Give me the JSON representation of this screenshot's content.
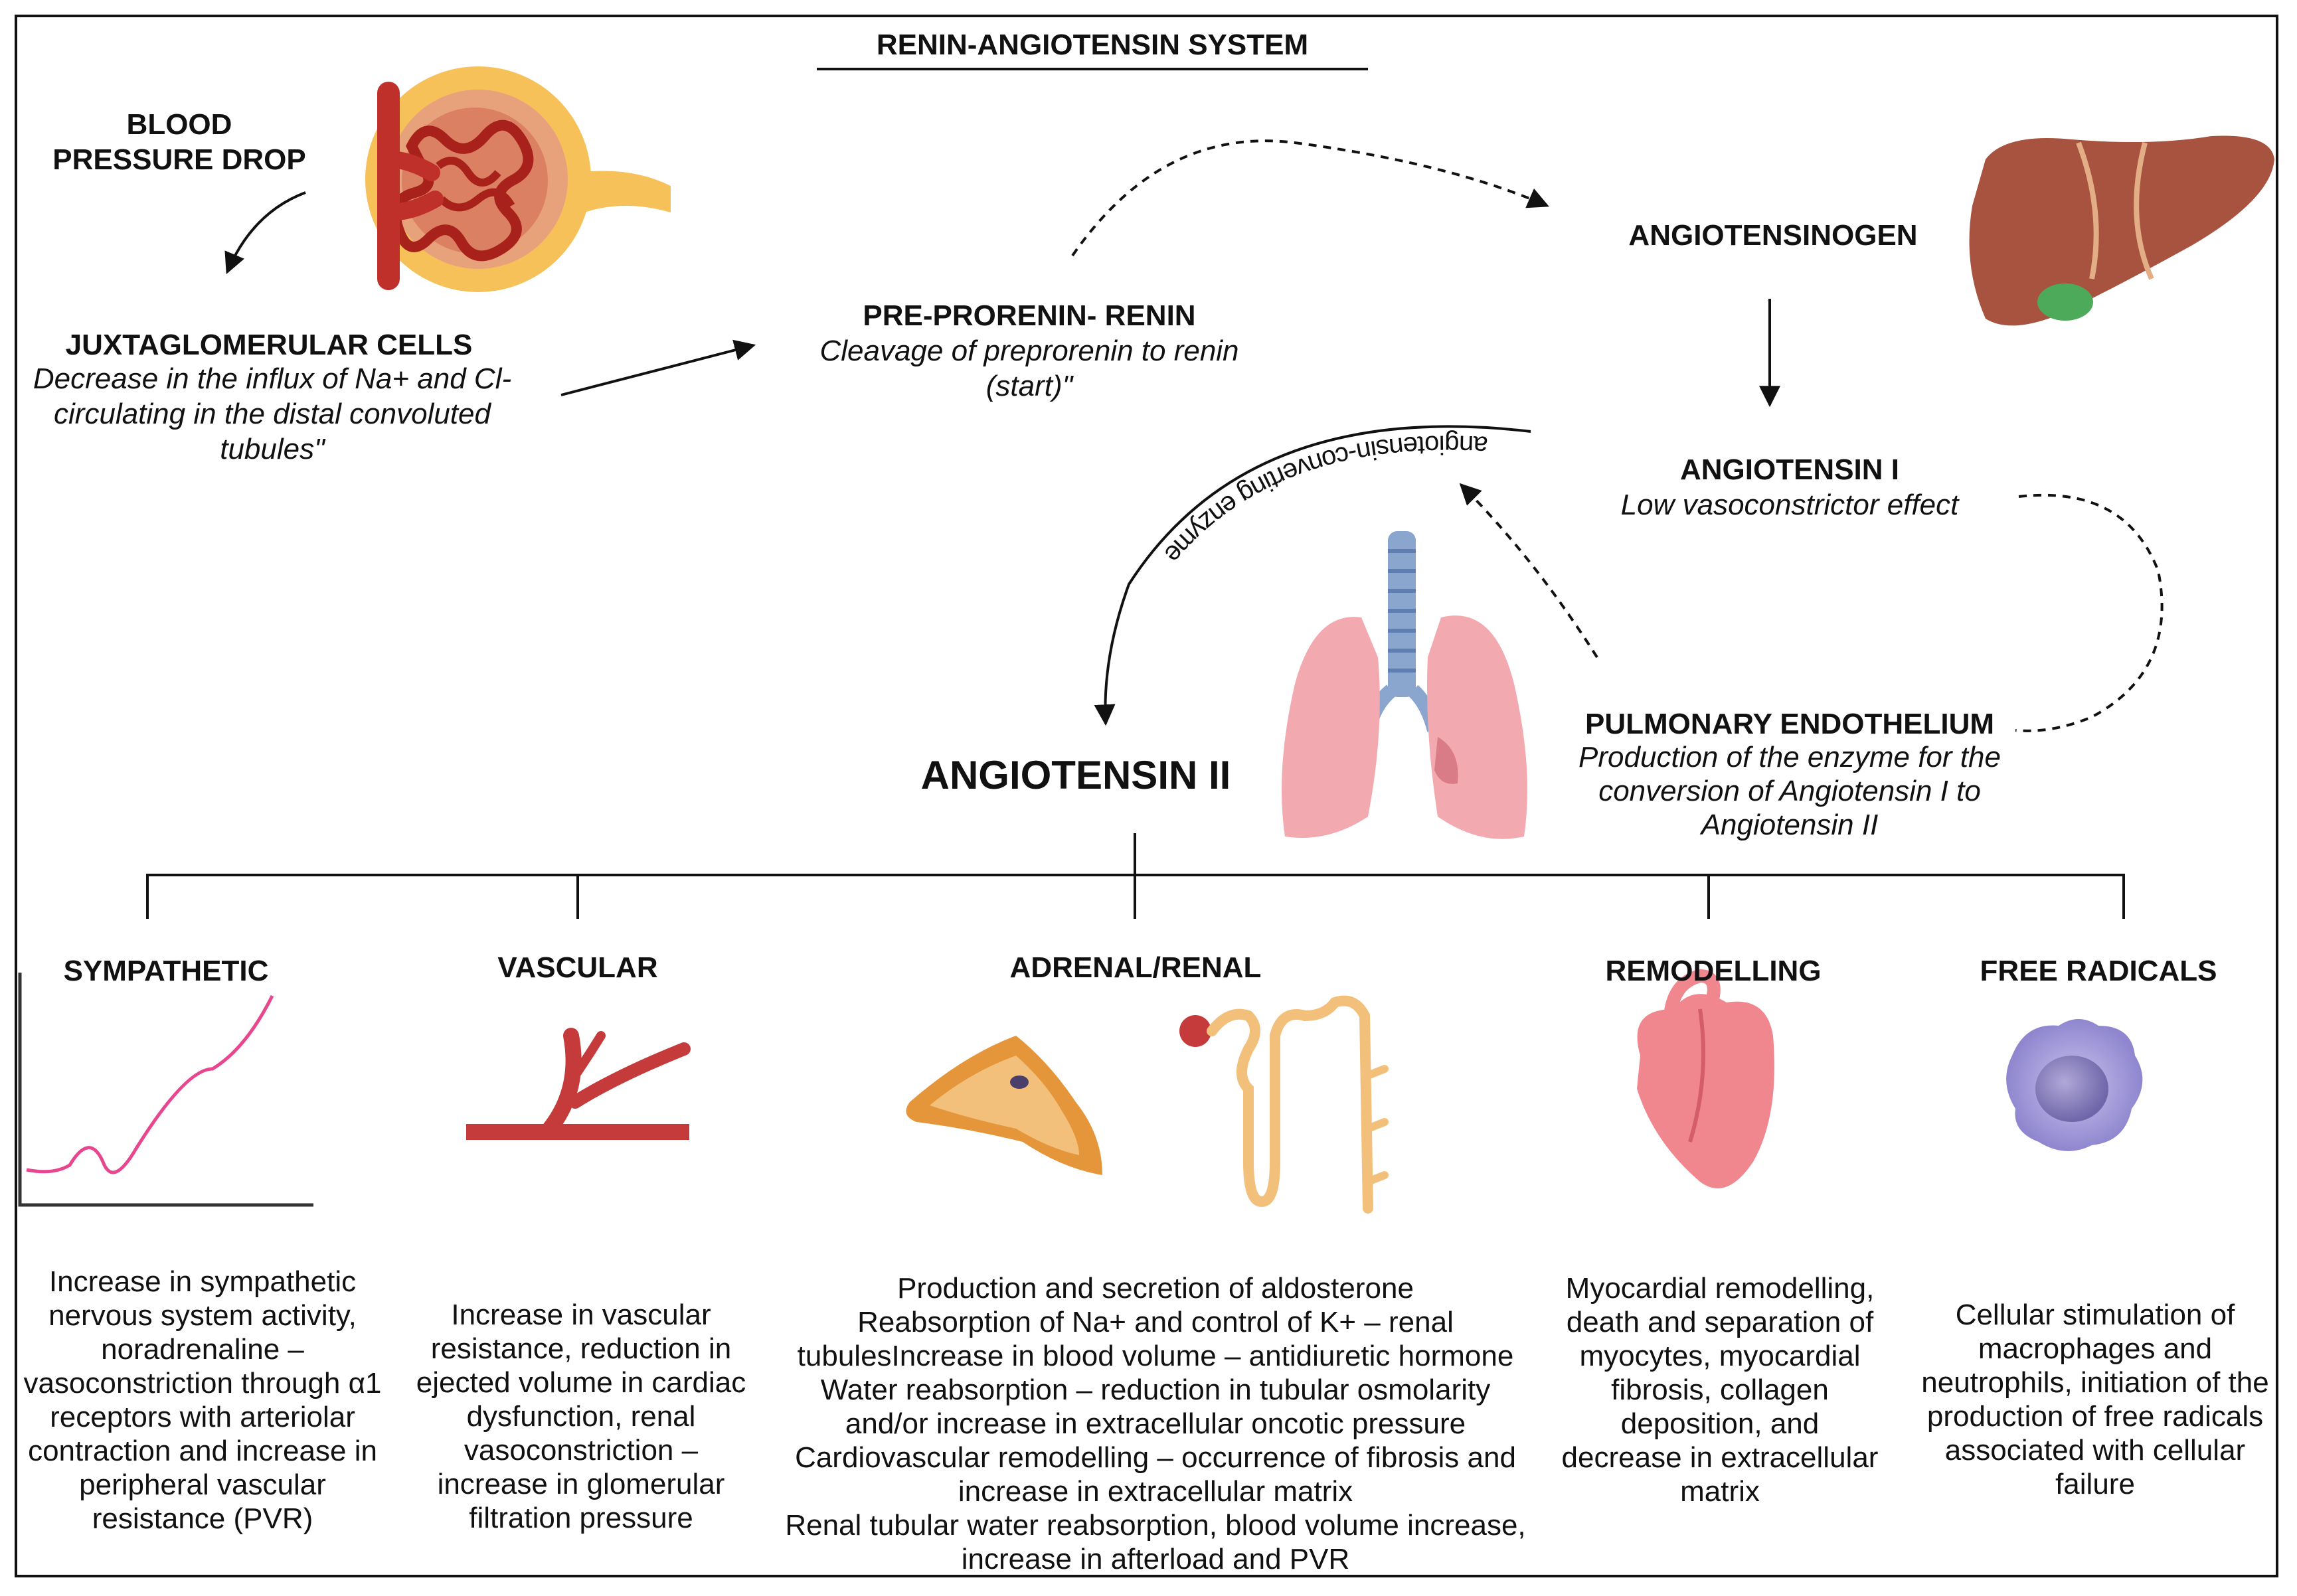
{
  "title": "RENIN-ANGIOTENSIN SYSTEM",
  "nodes": {
    "bp_drop": {
      "label": "BLOOD PRESSURE DROP"
    },
    "jg_cells": {
      "label": "JUXTAGLOMERULAR CELLS",
      "desc": "Decrease in the influx of Na+ and Cl- circulating in the distal convoluted tubules\""
    },
    "prorenin": {
      "label": "PRE-PRORENIN- RENIN",
      "desc": "Cleavage of preprorenin to renin (start)\""
    },
    "angiotensinogen": {
      "label": "ANGIOTENSINOGEN"
    },
    "ang1": {
      "label": "ANGIOTENSIN I",
      "desc": "Low vasoconstrictor effect"
    },
    "ace": {
      "label": "angiotensin-converting enzyme"
    },
    "pulmonary": {
      "label": "PULMONARY ENDOTHELIUM",
      "desc": "Production of the enzyme for the conversion of Angiotensin I to Angiotensin II"
    },
    "ang2": {
      "label": "ANGIOTENSIN II"
    }
  },
  "effects": [
    {
      "label": "SYMPATHETIC",
      "desc": "Increase in sympathetic nervous system activity, noradrenaline – vasoconstriction through α1 receptors with arteriolar contraction and increase in peripheral vascular resistance (PVR)"
    },
    {
      "label": "VASCULAR",
      "desc": "Increase in vascular resistance, reduction in ejected volume in cardiac dysfunction, renal vasoconstriction – increase in glomerular filtration pressure"
    },
    {
      "label": "ADRENAL/RENAL",
      "desc_lines": [
        "Production and secretion of aldosterone",
        "Reabsorption of Na+ and control of K+ – renal",
        "tubulesIncrease in blood volume – antidiuretic hormone",
        "Water reabsorption – reduction in tubular osmolarity",
        "and/or increase in extracellular oncotic pressure",
        "Cardiovascular remodelling – occurrence of fibrosis and",
        "increase in extracellular matrix",
        "Renal tubular water reabsorption, blood volume increase,",
        "increase in afterload and PVR"
      ]
    },
    {
      "label": "REMODELLING",
      "desc": "Myocardial remodelling, death and separation of myocytes, myocardial fibrosis, collagen deposition, and decrease in extracellular matrix"
    },
    {
      "label": "FREE RADICALS",
      "desc": "Cellular stimulation of macrophages and neutrophils, initiation of the production of free radicals associated with cellular failure"
    }
  ],
  "icons": [
    "kidney-glomerulus-icon",
    "liver-icon",
    "lungs-icon",
    "graph-icon",
    "blood-vessel-icon",
    "adrenal-gland-icon",
    "nephron-icon",
    "heart-icon",
    "macrophage-icon"
  ]
}
